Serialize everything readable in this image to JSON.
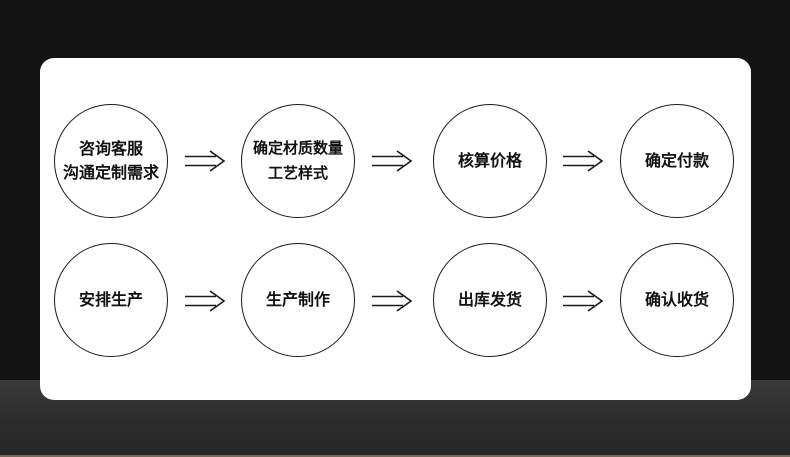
{
  "diagram": {
    "row1": [
      {
        "label": "咨询客服\n沟通定制需求"
      },
      {
        "label": "确定材质数量\n工艺样式"
      },
      {
        "label": "核算价格"
      },
      {
        "label": "确定付款"
      }
    ],
    "row2": [
      {
        "label": "安排生产"
      },
      {
        "label": "生产制作"
      },
      {
        "label": "出库发货"
      },
      {
        "label": "确认收货"
      }
    ],
    "colors": {
      "background": "#131313",
      "card": "#ffffff",
      "stroke": "#1a1a1a",
      "text": "#111111"
    }
  }
}
